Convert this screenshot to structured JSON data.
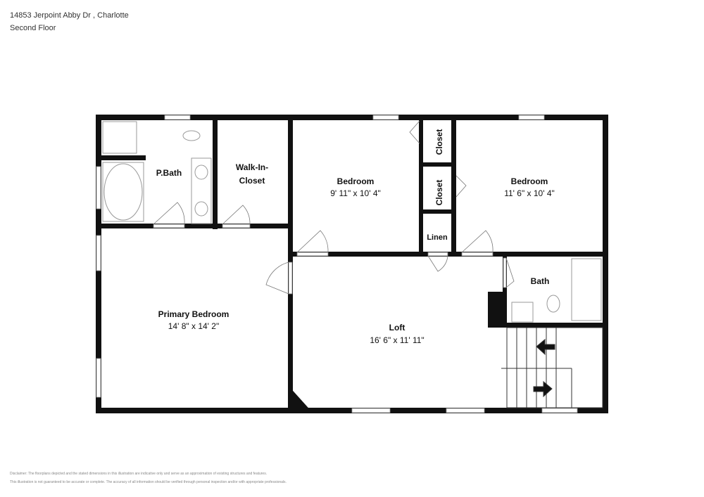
{
  "header": {
    "address": "14853 Jerpoint Abby Dr , Charlotte",
    "floor": "Second Floor"
  },
  "rooms": {
    "pbath": {
      "name": "P.Bath"
    },
    "walkin": {
      "name1": "Walk-In-",
      "name2": "Closet"
    },
    "bedroom1": {
      "name": "Bedroom",
      "dims": "9' 11\" x 10' 4\""
    },
    "closet1": {
      "name": "Closet"
    },
    "closet2": {
      "name": "Closet"
    },
    "linen": {
      "name": "Linen"
    },
    "bedroom2": {
      "name": "Bedroom",
      "dims": "11' 6\" x 10' 4\""
    },
    "bath": {
      "name": "Bath"
    },
    "primary": {
      "name": "Primary Bedroom",
      "dims": "14' 8\" x 14' 2\""
    },
    "loft": {
      "name": "Loft",
      "dims": "16' 6\" x 11' 11\""
    }
  },
  "disclaimer": {
    "line1": "Disclaimer: The floorplans depicted and the stated dimensions in this illustration are indicative only and serve as an approximation of existing structures and features.",
    "line2": "This illustration is not guaranteed to be accurate or complete. The accuracy of all information should be verified through personal inspection and/or with appropriate professionals."
  }
}
